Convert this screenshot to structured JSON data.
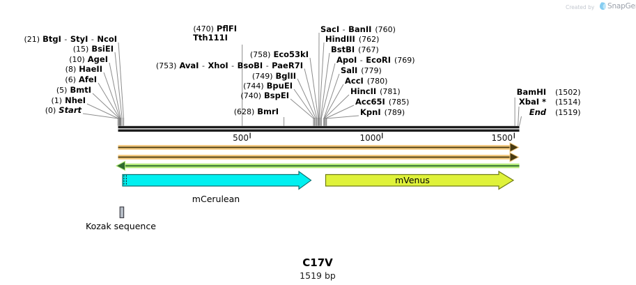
{
  "branding": {
    "created_by": "Created by",
    "brand": "SnapGene"
  },
  "title": {
    "name": "C17V",
    "length": "1519 bp"
  },
  "ruler": {
    "ticks": [
      "500",
      "1000",
      "1500"
    ]
  },
  "enzymes": {
    "left": [
      {
        "num": "(21)",
        "names": [
          "BtgI",
          "StyI",
          "NcoI"
        ]
      },
      {
        "num": "(15)",
        "names": [
          "BsiEI"
        ]
      },
      {
        "num": "(10)",
        "names": [
          "AgeI"
        ]
      },
      {
        "num": "(8)",
        "names": [
          "HaeII"
        ]
      },
      {
        "num": "(6)",
        "names": [
          "AfeI"
        ]
      },
      {
        "num": "(5)",
        "names": [
          "BmtI"
        ]
      },
      {
        "num": "(1)",
        "names": [
          "NheI"
        ]
      },
      {
        "num": "(0)",
        "names": [
          "Start"
        ]
      }
    ],
    "mid": [
      {
        "num": "(470)",
        "names": [
          "PflFI"
        ]
      },
      {
        "num": "",
        "names": [
          "Tth111I"
        ]
      },
      {
        "num": "(758)",
        "names": [
          "Eco53kI"
        ]
      },
      {
        "num": "(753)",
        "names": [
          "AvaI",
          "XhoI",
          "BsoBI",
          "PaeR7I"
        ]
      },
      {
        "num": "(749)",
        "names": [
          "BglII"
        ]
      },
      {
        "num": "(744)",
        "names": [
          "BpuEI"
        ]
      },
      {
        "num": "(740)",
        "names": [
          "BspEI"
        ]
      },
      {
        "num": "(628)",
        "names": [
          "BmrI"
        ]
      }
    ],
    "right": [
      {
        "names": [
          "SacI",
          "BanII"
        ],
        "num": "(760)"
      },
      {
        "names": [
          "HindIII"
        ],
        "num": "(762)"
      },
      {
        "names": [
          "BstBI"
        ],
        "num": "(767)"
      },
      {
        "names": [
          "ApoI",
          "EcoRI"
        ],
        "num": "(769)"
      },
      {
        "names": [
          "SalI"
        ],
        "num": "(779)"
      },
      {
        "names": [
          "AccI"
        ],
        "num": "(780)"
      },
      {
        "names": [
          "HincII"
        ],
        "num": "(781)"
      },
      {
        "names": [
          "Acc65I"
        ],
        "num": "(785)"
      },
      {
        "names": [
          "KpnI"
        ],
        "num": "(789)"
      }
    ],
    "far_right": [
      {
        "names": "BamHI",
        "num": "(1502)"
      },
      {
        "names": "XbaI *",
        "num": "(1514)"
      },
      {
        "names": "End",
        "num": "(1519)"
      }
    ]
  },
  "features": {
    "mcerulean": {
      "label": "mCerulean",
      "fill": "#00F0F0"
    },
    "mvenus": {
      "label": "mVenus",
      "fill": "#DFF23A"
    },
    "kozak": {
      "label": "Kozak sequence",
      "fill": "#B6BDC6"
    },
    "orf_forward_color": "#F3C87C",
    "orf_forward_dark": "#473A12",
    "orf_reverse_color": "#B2E878",
    "orf_reverse_dark": "#2E6B2E"
  }
}
